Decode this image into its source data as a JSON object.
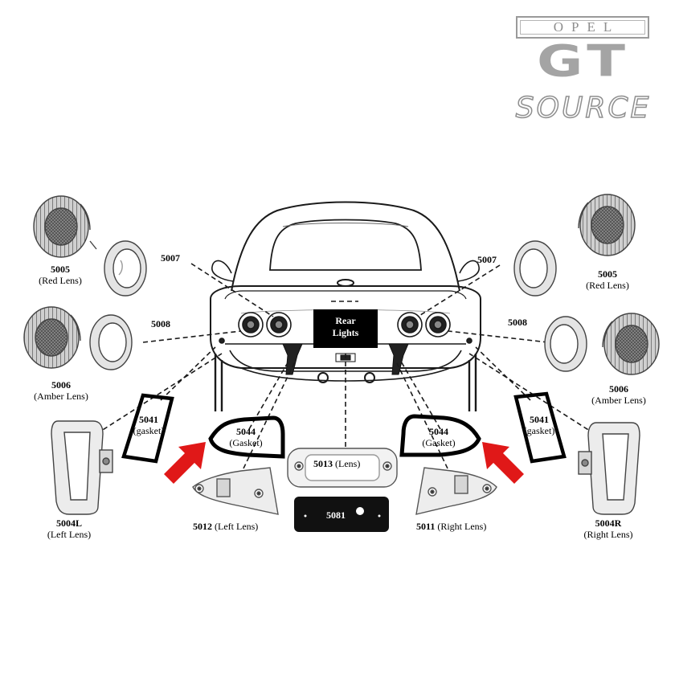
{
  "logo": {
    "brand": "OPEL",
    "model": "GT",
    "tagline": "SOURCE"
  },
  "center_box": {
    "line1": "Rear",
    "line2": "Lights"
  },
  "parts": {
    "red_lens_left": {
      "number": "5005",
      "desc": "(Red Lens)"
    },
    "red_lens_right": {
      "number": "5005",
      "desc": "(Red Lens)"
    },
    "amber_lens_left": {
      "number": "5006",
      "desc": "(Amber Lens)"
    },
    "amber_lens_right": {
      "number": "5006",
      "desc": "(Amber Lens)"
    },
    "bezel_5007_left": {
      "number": "5007"
    },
    "bezel_5007_right": {
      "number": "5007"
    },
    "bezel_5008_left": {
      "number": "5008"
    },
    "bezel_5008_right": {
      "number": "5008"
    },
    "gasket_5041_left": {
      "number": "5041",
      "desc": "(gasket)"
    },
    "gasket_5041_right": {
      "number": "5041",
      "desc": "(gasket)"
    },
    "gasket_5044_left": {
      "number": "5044",
      "desc": "(Gasket)"
    },
    "gasket_5044_right": {
      "number": "5044",
      "desc": "(Gasket)"
    },
    "side_lens_left": {
      "number": "5004L",
      "desc": "(Left Lens)"
    },
    "side_lens_right": {
      "number": "5004R",
      "desc": "(Right Lens)"
    },
    "lens_5012": {
      "number": "5012",
      "desc": "(Left Lens)"
    },
    "lens_5011": {
      "number": "5011",
      "desc": "(Right Lens)"
    },
    "lens_5013": {
      "number": "5013",
      "desc": "(Lens)"
    },
    "plate_5081": {
      "number": "5081"
    }
  }
}
